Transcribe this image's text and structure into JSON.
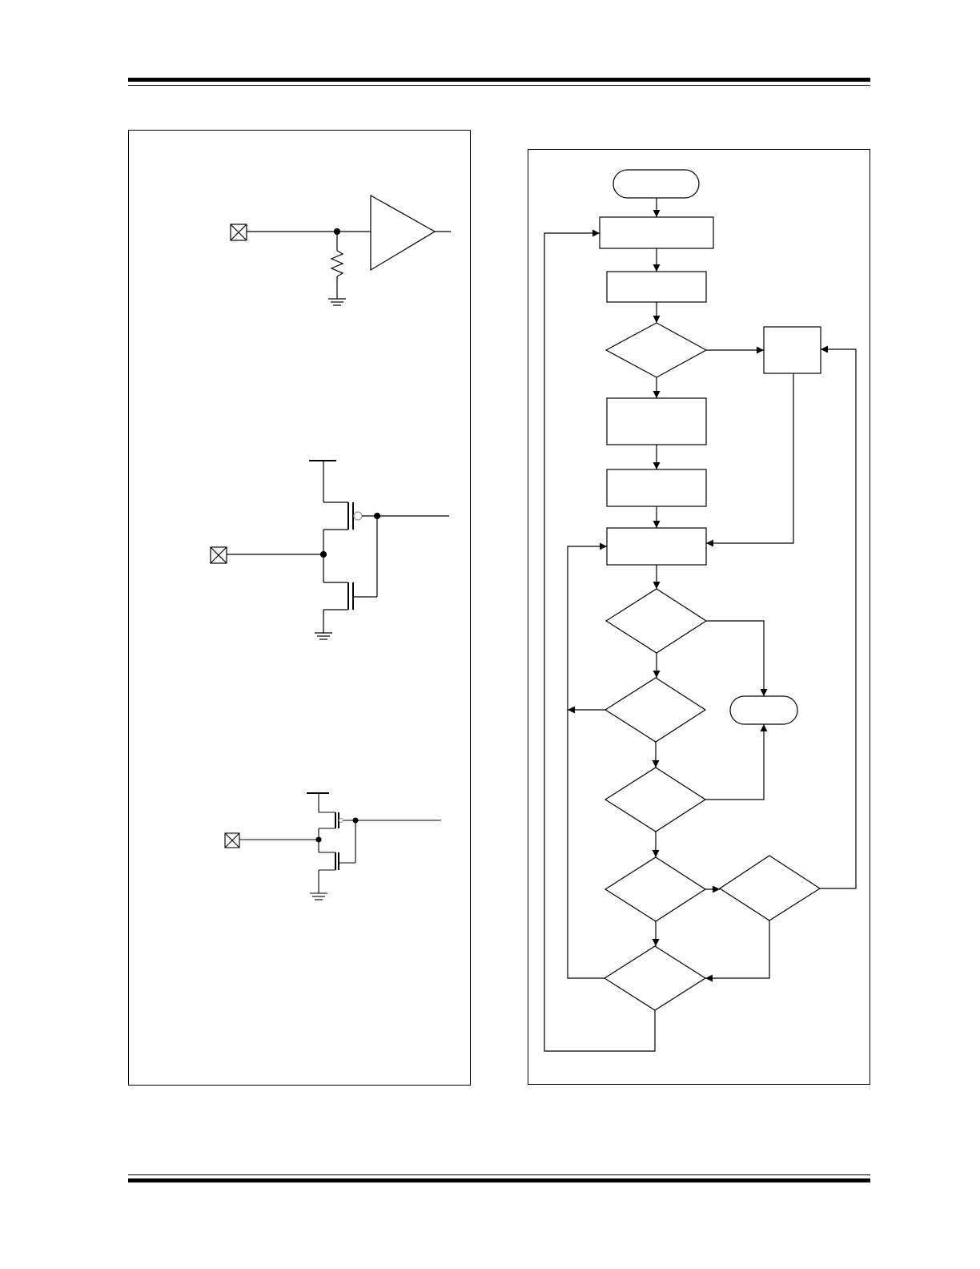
{
  "page": {
    "header_rule": "double-rule",
    "footer_rule": "double-rule"
  },
  "left_panel": {
    "figures": [
      {
        "kind": "input-pad-with-pulldown-resistor-buffer",
        "icon": "pad-x-icon"
      },
      {
        "kind": "cmos-inverter-input-with-feedback",
        "icon": "pad-x-icon"
      },
      {
        "kind": "cmos-inverter-input-small",
        "icon": "pad-x-icon"
      }
    ]
  },
  "right_panel": {
    "flowchart": {
      "terminals": 2,
      "process_boxes": 6,
      "decisions": 7
    }
  },
  "colors": {
    "ink": "#000000",
    "paper": "#ffffff"
  }
}
